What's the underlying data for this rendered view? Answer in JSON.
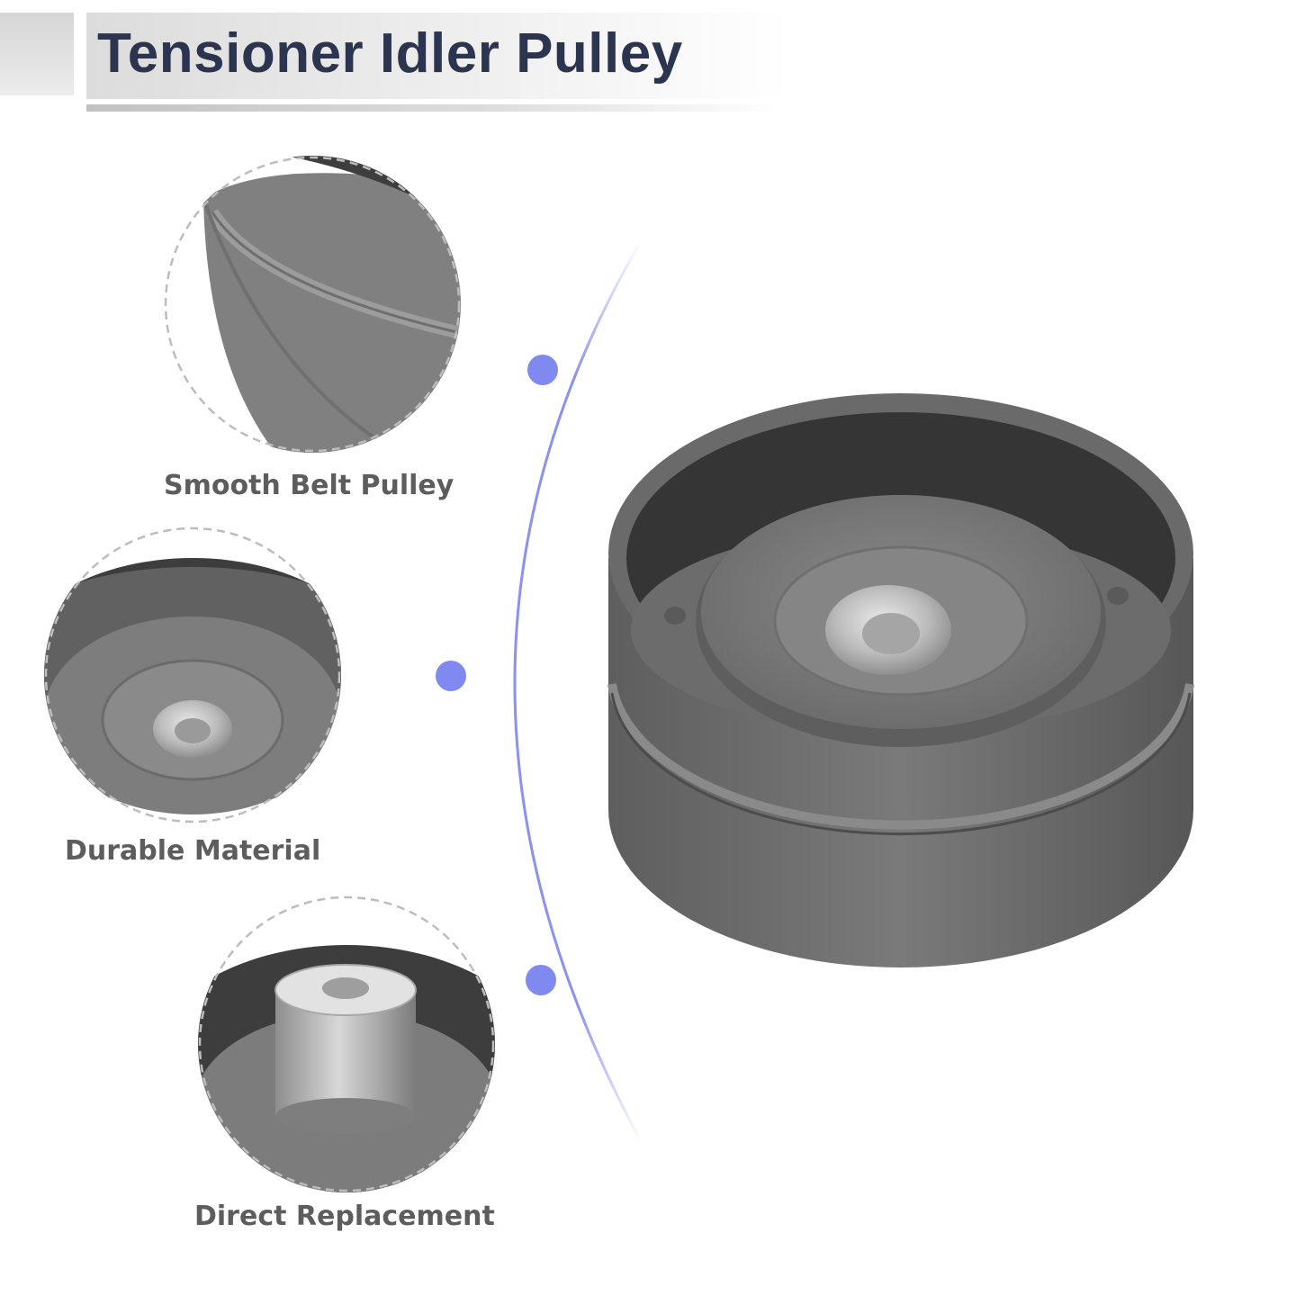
{
  "header": {
    "title": "Tensioner Idler Pulley"
  },
  "features": [
    {
      "label": "Smooth Belt Pulley",
      "icon": "pulley-rim-closeup"
    },
    {
      "label": "Durable Material",
      "icon": "pulley-bearing-closeup"
    },
    {
      "label": "Direct Replacement",
      "icon": "pulley-sleeve-closeup"
    }
  ],
  "main_image": {
    "icon": "tensioner-idler-pulley"
  },
  "colors": {
    "title_text": "#2b3550",
    "caption_text": "#5d5d5d",
    "connector_accent": "#7d86ee",
    "pulley_grey": "#6f6f6f",
    "pulley_dark": "#3c3c3c"
  }
}
